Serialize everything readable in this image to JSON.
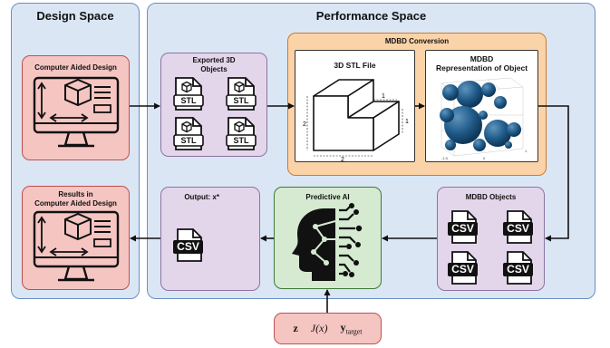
{
  "design_space": {
    "title": "Design Space"
  },
  "performance_space": {
    "title": "Performance Space"
  },
  "cad_top": {
    "title": "Computer Aided Design"
  },
  "cad_bottom": {
    "title": "Results in\nComputer Aided Design"
  },
  "exported": {
    "title": "Exported 3D\nObjects",
    "file_label": "STL"
  },
  "mdbd_conversion": {
    "title": "MDBD Conversion",
    "stl_title": "3D STL File",
    "rep_title": "MDBD\nRepresentation of Object",
    "dims": {
      "left": "2",
      "bottom": "2",
      "top": "1",
      "right": "1"
    }
  },
  "mdbd_objects": {
    "title": "MDBD Objects",
    "file_label": "CSV"
  },
  "predictive": {
    "title": "Predictive AI"
  },
  "output": {
    "title": "Output: x*",
    "file_label": "CSV"
  },
  "input": {
    "z": "z",
    "j": "J(x)",
    "y": "y",
    "y_sub": "target"
  }
}
